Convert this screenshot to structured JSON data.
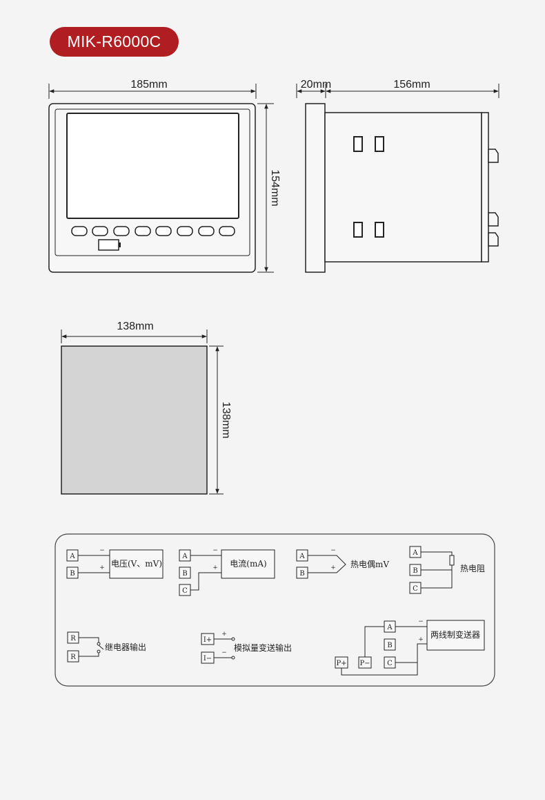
{
  "model_badge": "MIK-R6000C",
  "front_view": {
    "width_label": "185mm",
    "height_label": "154mm"
  },
  "side_view": {
    "bezel_label": "20mm",
    "depth_label": "156mm"
  },
  "cutout": {
    "width_label": "138mm",
    "height_label": "138mm"
  },
  "wiring": {
    "voltage": {
      "label": "电压(V、mV)",
      "terminals": [
        "A",
        "B"
      ],
      "signs": [
        "−",
        "+"
      ]
    },
    "current": {
      "label": "电流(mA)",
      "terminals": [
        "A",
        "B",
        "C"
      ],
      "signs": [
        "−",
        "+"
      ]
    },
    "thermocouple": {
      "label": "热电偶mV",
      "terminals": [
        "A",
        "B"
      ],
      "signs": [
        "−",
        "+"
      ]
    },
    "rtd": {
      "label": "热电阻",
      "terminals": [
        "A",
        "B",
        "C"
      ]
    },
    "relay": {
      "label": "继电器输出",
      "terminals": [
        "R",
        "R"
      ]
    },
    "analog": {
      "label": "模拟量变送输出",
      "terminals": [
        "I+",
        "I−"
      ],
      "signs": [
        "+",
        "−"
      ]
    },
    "two_wire": {
      "label": "两线制变送器",
      "terminals": [
        "A",
        "B",
        "C"
      ],
      "power_terminals": [
        "P+",
        "P−"
      ],
      "signs": [
        "−",
        "+"
      ]
    }
  }
}
